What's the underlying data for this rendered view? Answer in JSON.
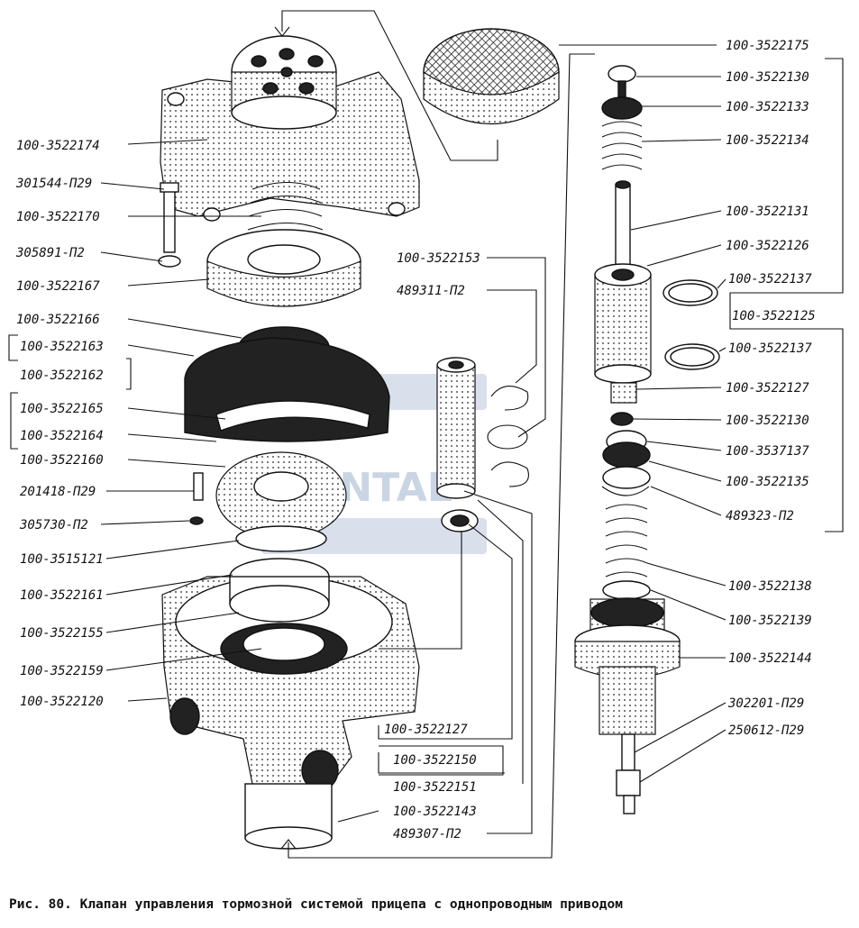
{
  "caption": "Рис. 80. Клапан управления тормозной системой прицепа с однопроводным приводом",
  "watermark": "CANTAL",
  "labels_left": [
    "100-3522174",
    "301544-П29",
    "100-3522170",
    "305891-П2",
    "100-3522167",
    "100-3522166",
    "100-3522163",
    "100-3522162",
    "100-3522165",
    "100-3522164",
    "100-3522160",
    "201418-П29",
    "305730-П2",
    "100-3515121",
    "100-3522161",
    "100-3522155",
    "100-3522159",
    "100-3522120"
  ],
  "labels_middle": [
    "100-3522153",
    "489311-П2",
    "100-3522127",
    "100-3522150",
    "100-3522151",
    "100-3522143",
    "489307-П2"
  ],
  "labels_right": [
    "100-3522175",
    "100-3522130",
    "100-3522133",
    "100-3522134",
    "100-3522131",
    "100-3522126",
    "100-3522137",
    "100-3522125",
    "100-3522137",
    "100-3522127",
    "100-3522130",
    "100-3537137",
    "100-3522135",
    "489323-П2",
    "100-3522138",
    "100-3522139",
    "100-3522144",
    "302201-П29",
    "250612-П29"
  ]
}
